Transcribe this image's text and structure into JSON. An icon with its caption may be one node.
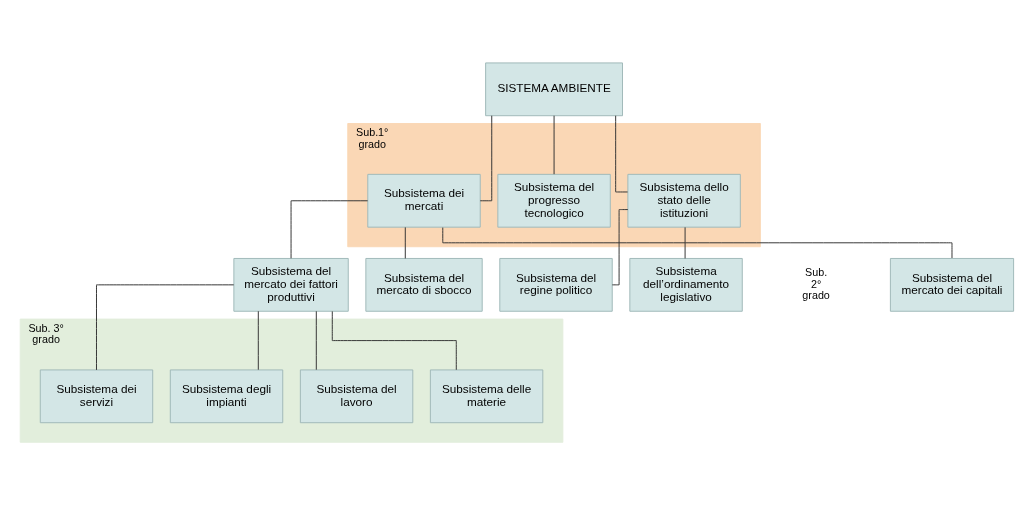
{
  "diagram": {
    "nodes": [
      {
        "text": [
          "SISTEMA AMBIENTE"
        ]
      },
      {
        "text": [
          "Sub.1° grado"
        ]
      },
      {
        "text": [
          "Subsistema dei mercati"
        ],
        "in": 1
      },
      {
        "text": [
          "Subsistema del progresso tecnologico"
        ],
        "in": 1
      },
      {
        "text": [
          "Subsistema dello stato delle istituzioni"
        ],
        "in": 1
      },
      {
        "text": [
          "Subsistema del mercato dei capitali"
        ]
      },
      {
        "text": [
          "Subsistema del mercato dei fattori produttivi"
        ]
      },
      {
        "text": [
          "Subsistema del mercato di sbocco"
        ]
      },
      {
        "text": [
          "Subsistema del regine politico"
        ]
      },
      {
        "text": [
          "Subsistema dell’ordinamento legislativo"
        ]
      },
      {
        "text": [
          "Sub. 3° grado"
        ]
      },
      {
        "text": [
          "Subsistema delle materie"
        ],
        "in": 10
      },
      {
        "text": [
          "Subsistema del lavoro"
        ],
        "in": 10
      },
      {
        "text": [
          "Subsistema degli impianti"
        ],
        "in": 10
      },
      {
        "text": [
          "Subsistema dei servizi"
        ],
        "in": 10
      }
    ],
    "edges": [
      {
        "from": 0,
        "to": 2,
        "arrow": "none"
      },
      {
        "from": 0,
        "to": 3,
        "arrow": "none"
      },
      {
        "from": 0,
        "to": 4,
        "arrow": "none"
      },
      {
        "from": 2,
        "to": 5,
        "arrow": "none"
      },
      {
        "from": 2,
        "to": 6,
        "arrow": "none"
      },
      {
        "from": 2,
        "to": 7,
        "arrow": "none"
      },
      {
        "from": 4,
        "to": 8,
        "arrow": "none"
      },
      {
        "from": 4,
        "to": 9,
        "arrow": "none"
      },
      {
        "from": 6,
        "to": 11,
        "arrow": "none"
      },
      {
        "from": 6,
        "to": 12,
        "arrow": "none"
      },
      {
        "from": 6,
        "to": 13,
        "arrow": "none"
      },
      {
        "from": 6,
        "to": 14,
        "arrow": "none"
      }
    ],
    "labels": [
      "Sub. 2° grado"
    ]
  }
}
